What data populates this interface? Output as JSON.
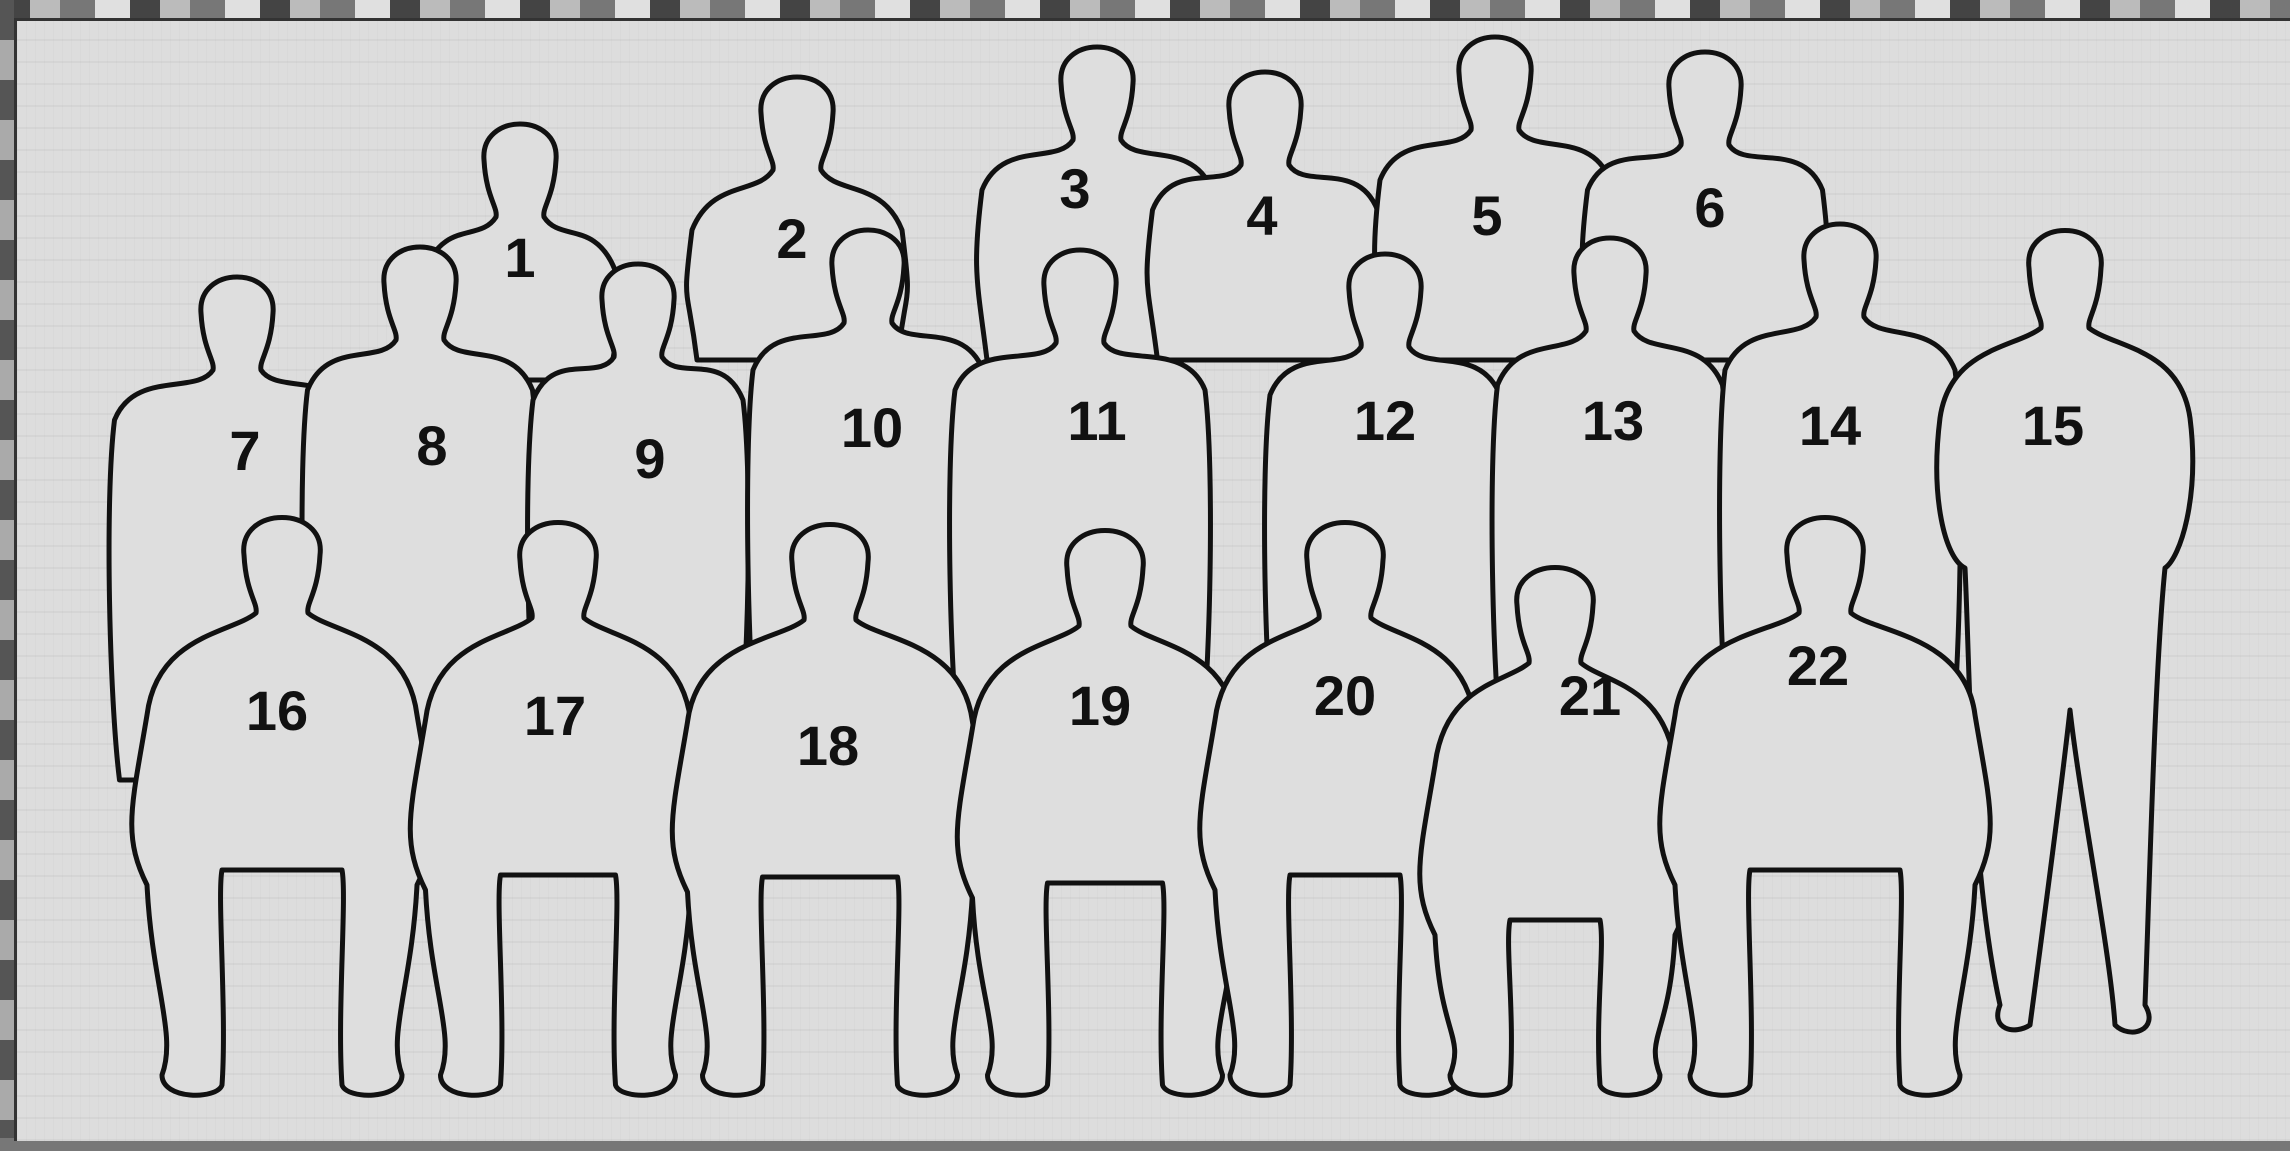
{
  "figures": [
    {
      "id": "figure-1",
      "label": "1"
    },
    {
      "id": "figure-2",
      "label": "2"
    },
    {
      "id": "figure-3",
      "label": "3"
    },
    {
      "id": "figure-4",
      "label": "4"
    },
    {
      "id": "figure-5",
      "label": "5"
    },
    {
      "id": "figure-6",
      "label": "6"
    },
    {
      "id": "figure-7",
      "label": "7"
    },
    {
      "id": "figure-8",
      "label": "8"
    },
    {
      "id": "figure-9",
      "label": "9"
    },
    {
      "id": "figure-10",
      "label": "10"
    },
    {
      "id": "figure-11",
      "label": "11"
    },
    {
      "id": "figure-12",
      "label": "12"
    },
    {
      "id": "figure-13",
      "label": "13"
    },
    {
      "id": "figure-14",
      "label": "14"
    },
    {
      "id": "figure-15",
      "label": "15"
    },
    {
      "id": "figure-16",
      "label": "16"
    },
    {
      "id": "figure-17",
      "label": "17"
    },
    {
      "id": "figure-18",
      "label": "18"
    },
    {
      "id": "figure-19",
      "label": "19"
    },
    {
      "id": "figure-20",
      "label": "20"
    },
    {
      "id": "figure-21",
      "label": "21"
    },
    {
      "id": "figure-22",
      "label": "22"
    }
  ]
}
